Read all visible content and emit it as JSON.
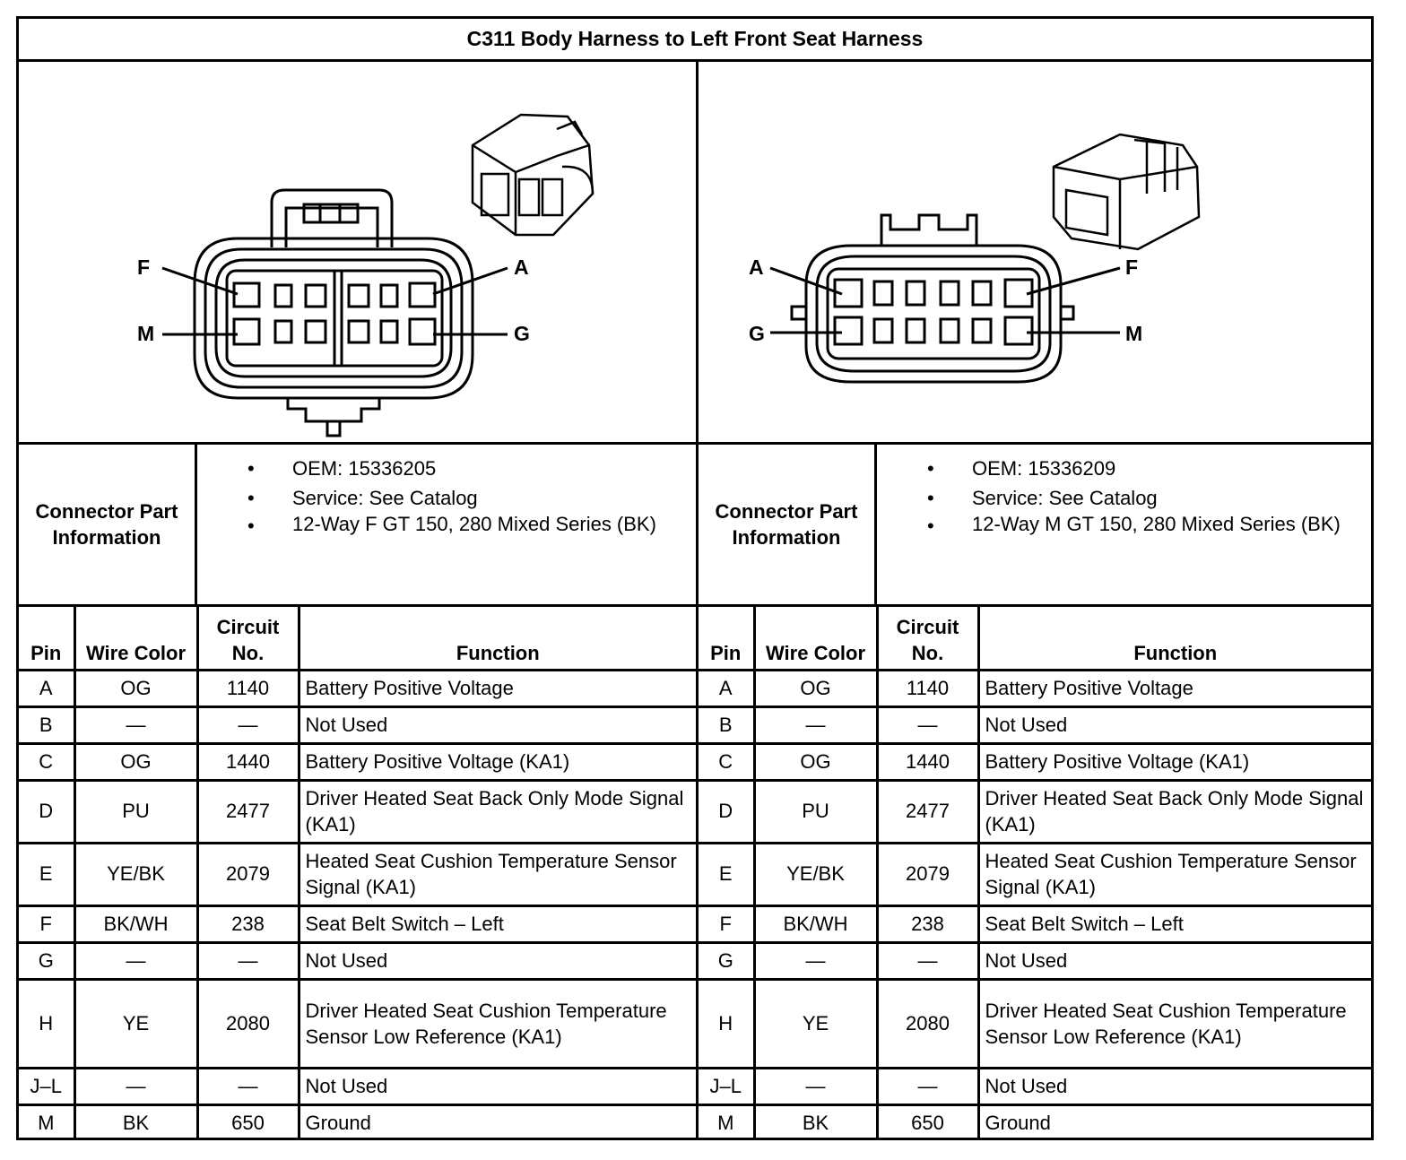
{
  "title": "C311 Body Harness to Left Front Seat Harness",
  "labels": {
    "connector_part": "Connector Part Information",
    "head_pin": "Pin",
    "head_wire": "Wire Color",
    "head_circuit": "Circuit No.",
    "head_function": "Function"
  },
  "connectors": [
    {
      "side": "left",
      "pin_callouts": {
        "top_left": "F",
        "bottom_left": "M",
        "top_right": "A",
        "bottom_right": "G"
      },
      "part_info": [
        "OEM: 15336205",
        "Service: See Catalog",
        "12-Way F GT 150, 280 Mixed Series (BK)"
      ]
    },
    {
      "side": "right",
      "pin_callouts": {
        "top_left": "A",
        "bottom_left": "G",
        "top_right": "F",
        "bottom_right": "M"
      },
      "part_info": [
        "OEM: 15336209",
        "Service: See Catalog",
        "12-Way M GT 150, 280 Mixed Series (BK)"
      ]
    }
  ],
  "pins": [
    {
      "pin": "A",
      "wire": "OG",
      "circuit": "1140",
      "function": "Battery Positive Voltage"
    },
    {
      "pin": "B",
      "wire": "—",
      "circuit": "—",
      "function": "Not Used"
    },
    {
      "pin": "C",
      "wire": "OG",
      "circuit": "1440",
      "function": "Battery Positive Voltage (KA1)"
    },
    {
      "pin": "D",
      "wire": "PU",
      "circuit": "2477",
      "function": "Driver Heated Seat Back Only Mode Signal (KA1)"
    },
    {
      "pin": "E",
      "wire": "YE/BK",
      "circuit": "2079",
      "function": "Heated Seat Cushion Temperature Sensor Signal (KA1)"
    },
    {
      "pin": "F",
      "wire": "BK/WH",
      "circuit": "238",
      "function": "Seat Belt Switch – Left"
    },
    {
      "pin": "G",
      "wire": "—",
      "circuit": "—",
      "function": "Not Used"
    },
    {
      "pin": "H",
      "wire": "YE",
      "circuit": "2080",
      "function": "Driver Heated Seat Cushion Temperature Sensor Low Reference (KA1)"
    },
    {
      "pin": "J–L",
      "wire": "—",
      "circuit": "—",
      "function": "Not Used"
    },
    {
      "pin": "M",
      "wire": "BK",
      "circuit": "650",
      "function": "Ground"
    }
  ]
}
